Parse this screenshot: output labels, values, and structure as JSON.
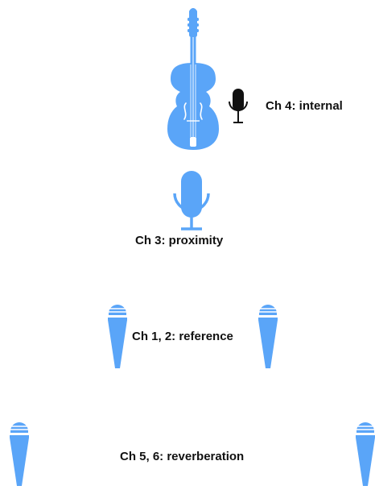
{
  "labels": {
    "internal": "Ch 4: internal",
    "proximity": "Ch 3: proximity",
    "reference": "Ch 1, 2: reference",
    "reverberation": "Ch 5, 6: reverberation"
  },
  "icons": {
    "instrument": "violin-icon",
    "internal_mic": "microphone-icon",
    "proximity_mic": "microphone-icon",
    "handheld_mic": "handheld-microphone-icon"
  },
  "colors": {
    "accent": "#5aa5f8",
    "internal_mic": "#111111",
    "text": "#111111",
    "background": "#ffffff"
  }
}
